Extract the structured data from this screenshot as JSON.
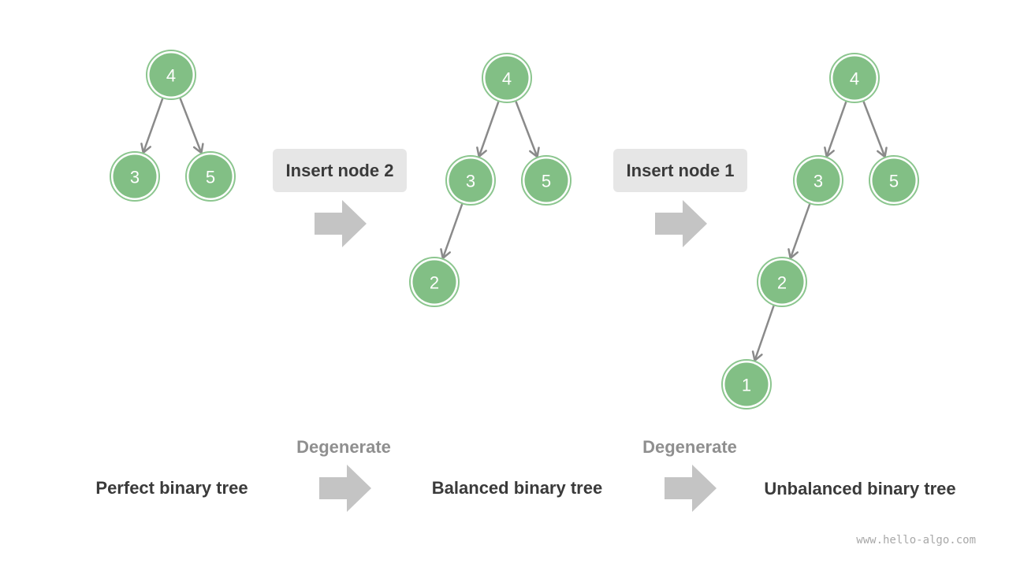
{
  "colors": {
    "node_fill": "#82bf85",
    "node_ring": "#8cc68f",
    "edge": "#8a8a8a",
    "arrow": "#c4c4c4",
    "op_box_bg": "#e6e6e6",
    "caption_text": "#3a3a3a",
    "step_text": "#8f8f8f"
  },
  "trees": [
    {
      "caption": "Perfect binary tree",
      "nodes": [
        {
          "id": "t1-n4",
          "value": "4"
        },
        {
          "id": "t1-n3",
          "value": "3"
        },
        {
          "id": "t1-n5",
          "value": "5"
        }
      ],
      "edges": [
        [
          "t1-n4",
          "t1-n3"
        ],
        [
          "t1-n4",
          "t1-n5"
        ]
      ]
    },
    {
      "caption": "Balanced binary tree",
      "nodes": [
        {
          "id": "t2-n4",
          "value": "4"
        },
        {
          "id": "t2-n3",
          "value": "3"
        },
        {
          "id": "t2-n5",
          "value": "5"
        },
        {
          "id": "t2-n2",
          "value": "2"
        }
      ],
      "edges": [
        [
          "t2-n4",
          "t2-n3"
        ],
        [
          "t2-n4",
          "t2-n5"
        ],
        [
          "t2-n3",
          "t2-n2"
        ]
      ]
    },
    {
      "caption": "Unbalanced binary tree",
      "nodes": [
        {
          "id": "t3-n4",
          "value": "4"
        },
        {
          "id": "t3-n3",
          "value": "3"
        },
        {
          "id": "t3-n5",
          "value": "5"
        },
        {
          "id": "t3-n2",
          "value": "2"
        },
        {
          "id": "t3-n1",
          "value": "1"
        }
      ],
      "edges": [
        [
          "t3-n4",
          "t3-n3"
        ],
        [
          "t3-n4",
          "t3-n5"
        ],
        [
          "t3-n3",
          "t3-n2"
        ],
        [
          "t3-n2",
          "t3-n1"
        ]
      ]
    }
  ],
  "operations": [
    {
      "label": "Insert node 2"
    },
    {
      "label": "Insert node 1"
    }
  ],
  "transitions": [
    {
      "label": "Degenerate"
    },
    {
      "label": "Degenerate"
    }
  ],
  "watermark": "www.hello-algo.com"
}
